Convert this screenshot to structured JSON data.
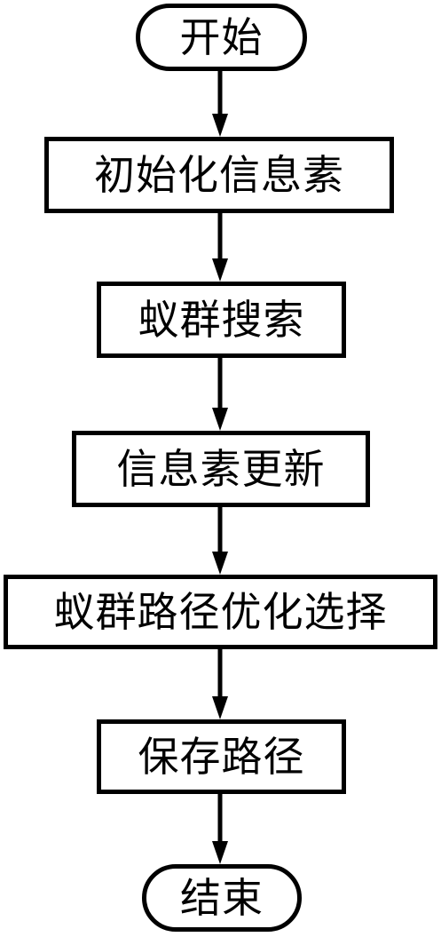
{
  "flowchart": {
    "nodes": [
      {
        "id": "start",
        "label": "开始",
        "shape": "terminal"
      },
      {
        "id": "init",
        "label": "初始化信息素",
        "shape": "process"
      },
      {
        "id": "search",
        "label": "蚁群搜索",
        "shape": "process"
      },
      {
        "id": "update",
        "label": "信息素更新",
        "shape": "process"
      },
      {
        "id": "optim",
        "label": "蚁群路径优化选择",
        "shape": "process"
      },
      {
        "id": "save",
        "label": "保存路径",
        "shape": "process"
      },
      {
        "id": "end",
        "label": "结束",
        "shape": "terminal"
      }
    ],
    "edges": [
      {
        "from": "start",
        "to": "init"
      },
      {
        "from": "init",
        "to": "search"
      },
      {
        "from": "search",
        "to": "update"
      },
      {
        "from": "update",
        "to": "optim"
      },
      {
        "from": "optim",
        "to": "save"
      },
      {
        "from": "save",
        "to": "end"
      }
    ],
    "colors": {
      "stroke": "#000000",
      "fill": "#ffffff",
      "text": "#000000"
    }
  }
}
